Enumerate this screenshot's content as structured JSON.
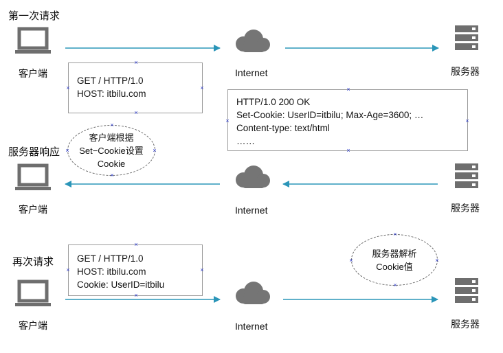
{
  "colors": {
    "arrow": "#2a95b8",
    "icon": "#6e6e6e",
    "cloud": "#757575",
    "marker": "#2a38c8"
  },
  "icons": {
    "client": "laptop-icon",
    "network": "cloud-icon",
    "server": "server-icon"
  },
  "section1": {
    "heading": "第一次请求",
    "client_label": "客户端",
    "internet_label": "Internet",
    "server_label": "服务器",
    "request_lines": [
      "GET / HTTP/1.0",
      "HOST: itbilu.com"
    ]
  },
  "section2": {
    "heading": "服务器响应",
    "client_label": "客户端",
    "internet_label": "Internet",
    "server_label": "服务器",
    "response_lines": [
      "HTTP/1.0 200 OK",
      "Set-Cookie: UserID=itbilu; Max-Age=3600; …",
      "Content-type: text/html",
      "……"
    ],
    "note_lines": [
      "客户端根据",
      "Set−Cookie设置",
      "Cookie"
    ]
  },
  "section3": {
    "heading": "再次请求",
    "client_label": "客户端",
    "internet_label": "Internet",
    "server_label": "服务器",
    "request_lines": [
      "GET / HTTP/1.0",
      "HOST: itbilu.com",
      "Cookie: UserID=itbilu"
    ],
    "note_lines": [
      "服务器解析",
      "Cookie值"
    ]
  }
}
